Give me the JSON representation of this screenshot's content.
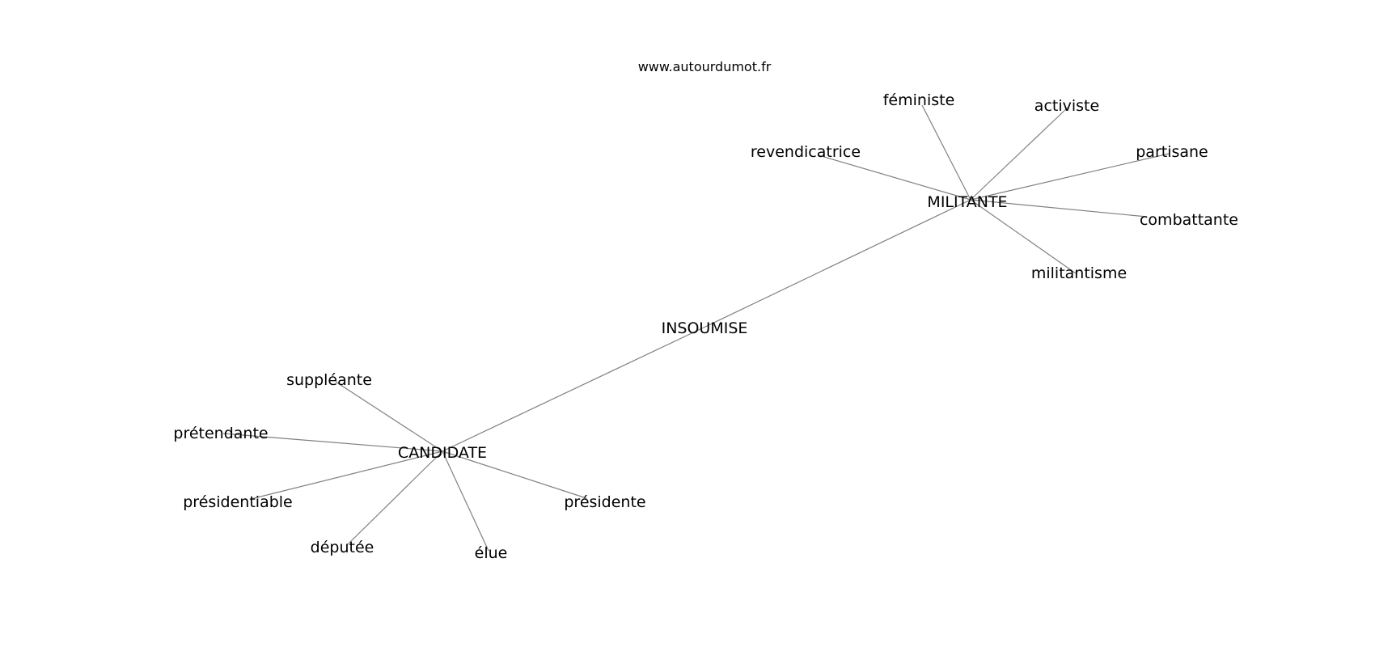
{
  "watermark": "www.autourdumot.fr",
  "graph": {
    "center": "INSOUMISE",
    "hubs": [
      {
        "word": "MILITANTE",
        "related": [
          "féministe",
          "activiste",
          "revendicatrice",
          "partisane",
          "combattante",
          "militantisme"
        ]
      },
      {
        "word": "CANDIDATE",
        "related": [
          "suppléante",
          "prétendante",
          "présidentiable",
          "députée",
          "élue",
          "présidente"
        ]
      }
    ]
  },
  "colors": {
    "edge": "#808080",
    "text": "#000000",
    "background": "#ffffff"
  }
}
